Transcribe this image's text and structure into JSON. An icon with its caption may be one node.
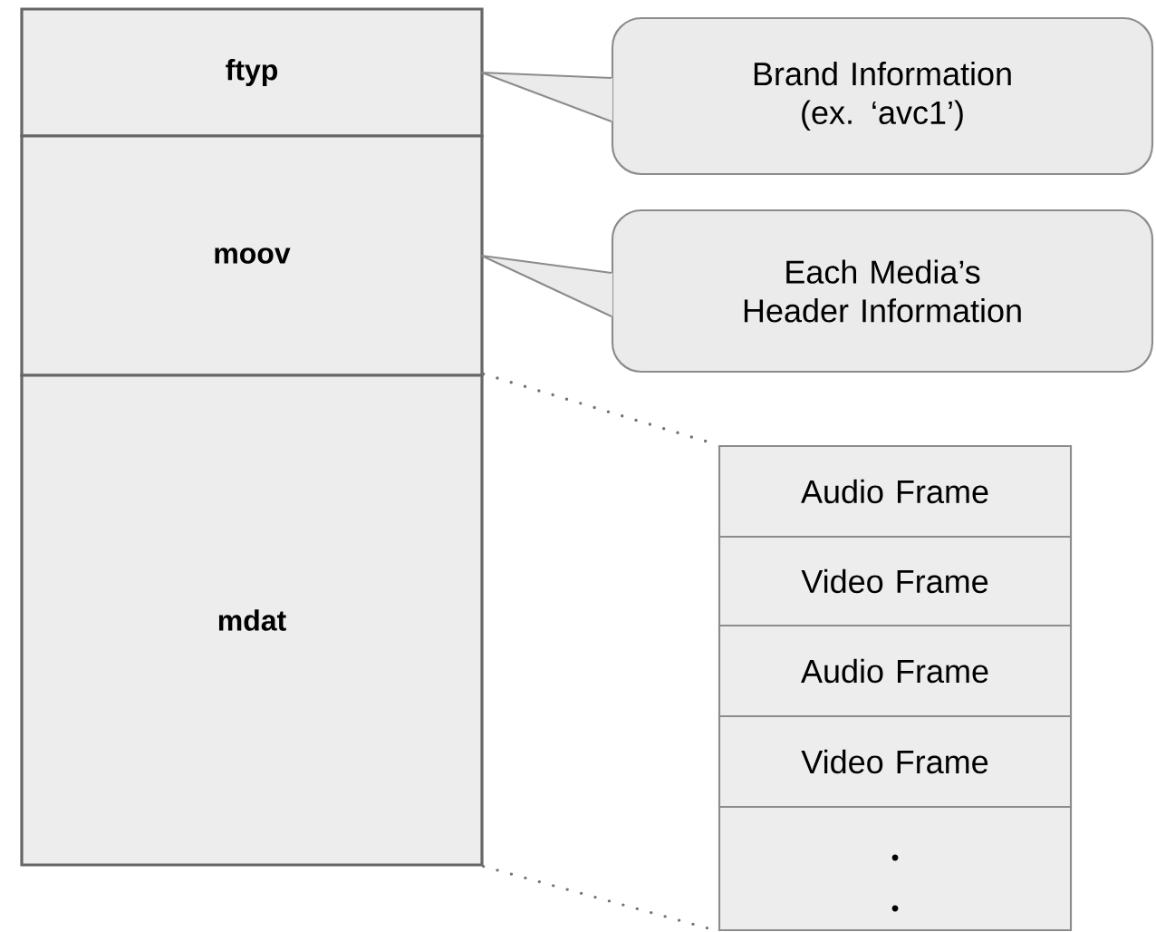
{
  "diagram": {
    "nodes": [
      {
        "text": [
          "ftyp"
        ]
      },
      {
        "text": [
          "moov"
        ]
      },
      {
        "text": [
          "mdat"
        ]
      },
      {
        "text": [
          "Brand Information (ex. ‘avc1’)"
        ]
      },
      {
        "text": [
          "Each Media’s Header Information"
        ]
      },
      {
        "text": [
          "Audio Frame"
        ]
      },
      {
        "text": [
          "Video Frame"
        ]
      },
      {
        "text": [
          "Audio Frame"
        ]
      },
      {
        "text": [
          "Video Frame"
        ]
      },
      {
        "text": [],
        "shape": "box"
      }
    ],
    "edges": [
      {
        "from": 3,
        "to": 0,
        "arrow": "none"
      },
      {
        "from": 4,
        "to": 1,
        "arrow": "none"
      },
      {
        "from": 2,
        "to": 5,
        "arrow": "none",
        "style": "dashed"
      },
      {
        "from": 2,
        "to": 9,
        "arrow": "none",
        "style": "dashed"
      }
    ]
  }
}
